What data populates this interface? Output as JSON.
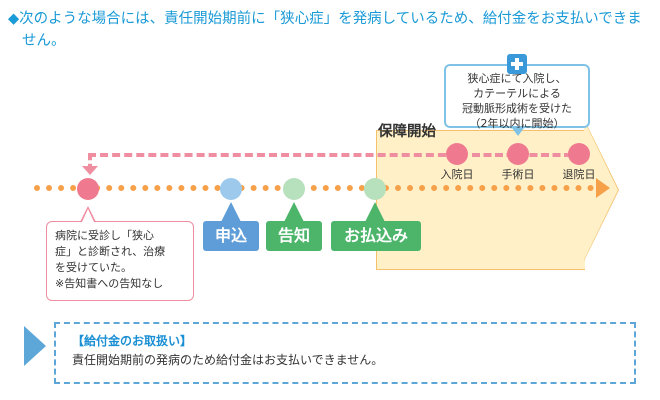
{
  "heading": {
    "line1": "◆次のような場合には、責任開始期前に「狭心症」を発病しているため、給付金をお支払いできま",
    "line2": "せん。"
  },
  "coverage_label": "保障開始",
  "treatment_box": {
    "lines": [
      "狭心症にて入院し、",
      "カテーテルによる",
      "冠動脈形成術を受けた",
      "（2年以内に開始）"
    ]
  },
  "events": {
    "admission": "入院日",
    "surgery": "手術日",
    "discharge": "退院日"
  },
  "tags": {
    "application": "申込",
    "disclosure": "告知",
    "payment": "お払込み"
  },
  "illness_box": {
    "lines": [
      "病院に受診し「狭心",
      "症」と診断され、治療",
      "を受けていた。",
      "※告知書への告知なし"
    ]
  },
  "note": {
    "title": "【給付金のお取扱い】",
    "body": "責任開始期前の発病のため給付金はお支払いできません。"
  },
  "colors": {
    "accent_blue": "#1a9ad6",
    "timeline_orange": "#f6a04a",
    "coverage_fill": "#fff0c8",
    "pink": "#ef7a8f",
    "tag_blue": "#5e9dd8",
    "tag_green": "#4cb56a"
  }
}
